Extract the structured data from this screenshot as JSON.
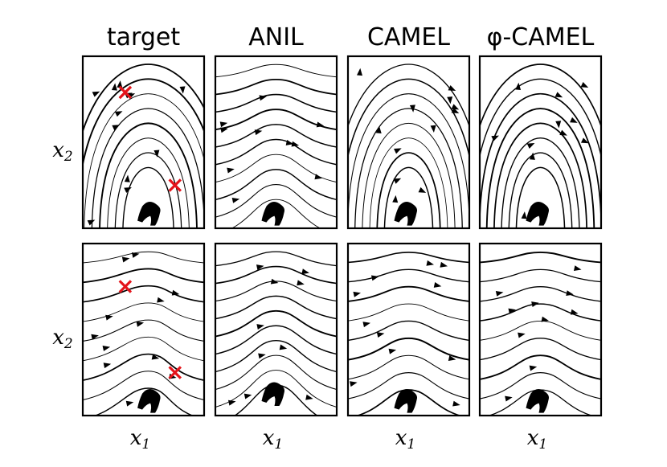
{
  "chart_data": {
    "type": "streamplot",
    "columns": [
      "target",
      "ANIL",
      "CAMEL",
      "φ-CAMEL"
    ],
    "rows": 2,
    "xlabel": "x",
    "xlabel_sub": "1",
    "ylabel": "x",
    "ylabel_sub": "2",
    "ticks_shown": false,
    "grid": false,
    "marker_color": "#e4141b",
    "stream_color": "#000000",
    "target_markers": [
      {
        "row": 0,
        "points": [
          [
            0.35,
            0.21
          ],
          [
            0.76,
            0.75
          ]
        ]
      },
      {
        "row": 1,
        "points": [
          [
            0.35,
            0.25
          ],
          [
            0.76,
            0.75
          ]
        ]
      }
    ],
    "panels": [
      {
        "row": 0,
        "col": 0,
        "pattern": "closed",
        "apex": 0.42,
        "spread": 1.05,
        "lines": 8,
        "blob": [
          0.57,
          0.9
        ]
      },
      {
        "row": 0,
        "col": 1,
        "pattern": "open",
        "apex": 0.05,
        "spread": 0.62,
        "lines": 10,
        "blob": [
          0.5,
          0.9
        ]
      },
      {
        "row": 0,
        "col": 2,
        "pattern": "closed",
        "apex": 0.38,
        "spread": 1.0,
        "lines": 8,
        "blob": [
          0.5,
          0.9
        ]
      },
      {
        "row": 0,
        "col": 3,
        "pattern": "closed",
        "apex": 0.38,
        "spread": 1.0,
        "lines": 8,
        "blob": [
          0.5,
          0.9
        ]
      },
      {
        "row": 1,
        "col": 0,
        "pattern": "open",
        "apex": 0.0,
        "spread": 0.55,
        "lines": 9,
        "blob": [
          0.57,
          0.9
        ]
      },
      {
        "row": 1,
        "col": 1,
        "pattern": "open",
        "apex": 0.1,
        "spread": 0.7,
        "lines": 10,
        "blob": [
          0.5,
          0.86
        ]
      },
      {
        "row": 1,
        "col": 2,
        "pattern": "open",
        "apex": 0.0,
        "spread": 0.5,
        "lines": 9,
        "blob": [
          0.5,
          0.9
        ]
      },
      {
        "row": 1,
        "col": 3,
        "pattern": "open",
        "apex": 0.0,
        "spread": 0.5,
        "lines": 9,
        "blob": [
          0.5,
          0.9
        ]
      }
    ]
  }
}
